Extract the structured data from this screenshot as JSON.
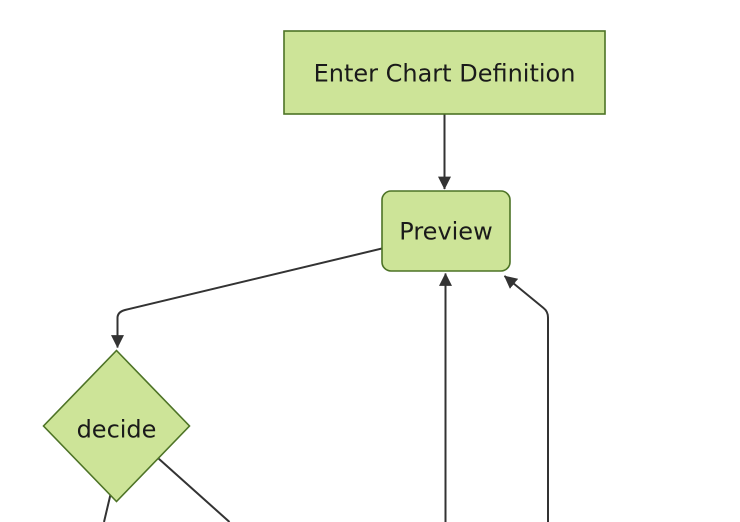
{
  "diagram": {
    "kind": "flowchart",
    "colors": {
      "background": "#ffffff",
      "node_fill": "#cde498",
      "node_border": "#4d7326",
      "edge": "#333333",
      "text": "#1a1a1a"
    },
    "nodes": [
      {
        "id": "enter-chart-definition",
        "label": "Enter Chart Definition",
        "shape": "rectangle"
      },
      {
        "id": "preview",
        "label": "Preview",
        "shape": "rounded-rectangle"
      },
      {
        "id": "decide",
        "label": "decide",
        "shape": "diamond"
      }
    ],
    "edges": [
      {
        "from": "enter-chart-definition",
        "to": "preview",
        "arrowhead": true
      },
      {
        "from": "preview",
        "to": "decide",
        "arrowhead": true
      },
      {
        "from": "offscreen-bottom-center",
        "to": "preview",
        "arrowhead": true
      },
      {
        "from": "offscreen-bottom-right",
        "to": "preview",
        "arrowhead": true
      },
      {
        "from": "decide",
        "to": "offscreen-bottom-left",
        "arrowhead": false
      },
      {
        "from": "decide",
        "to": "offscreen-bottom-right",
        "arrowhead": false
      }
    ]
  }
}
